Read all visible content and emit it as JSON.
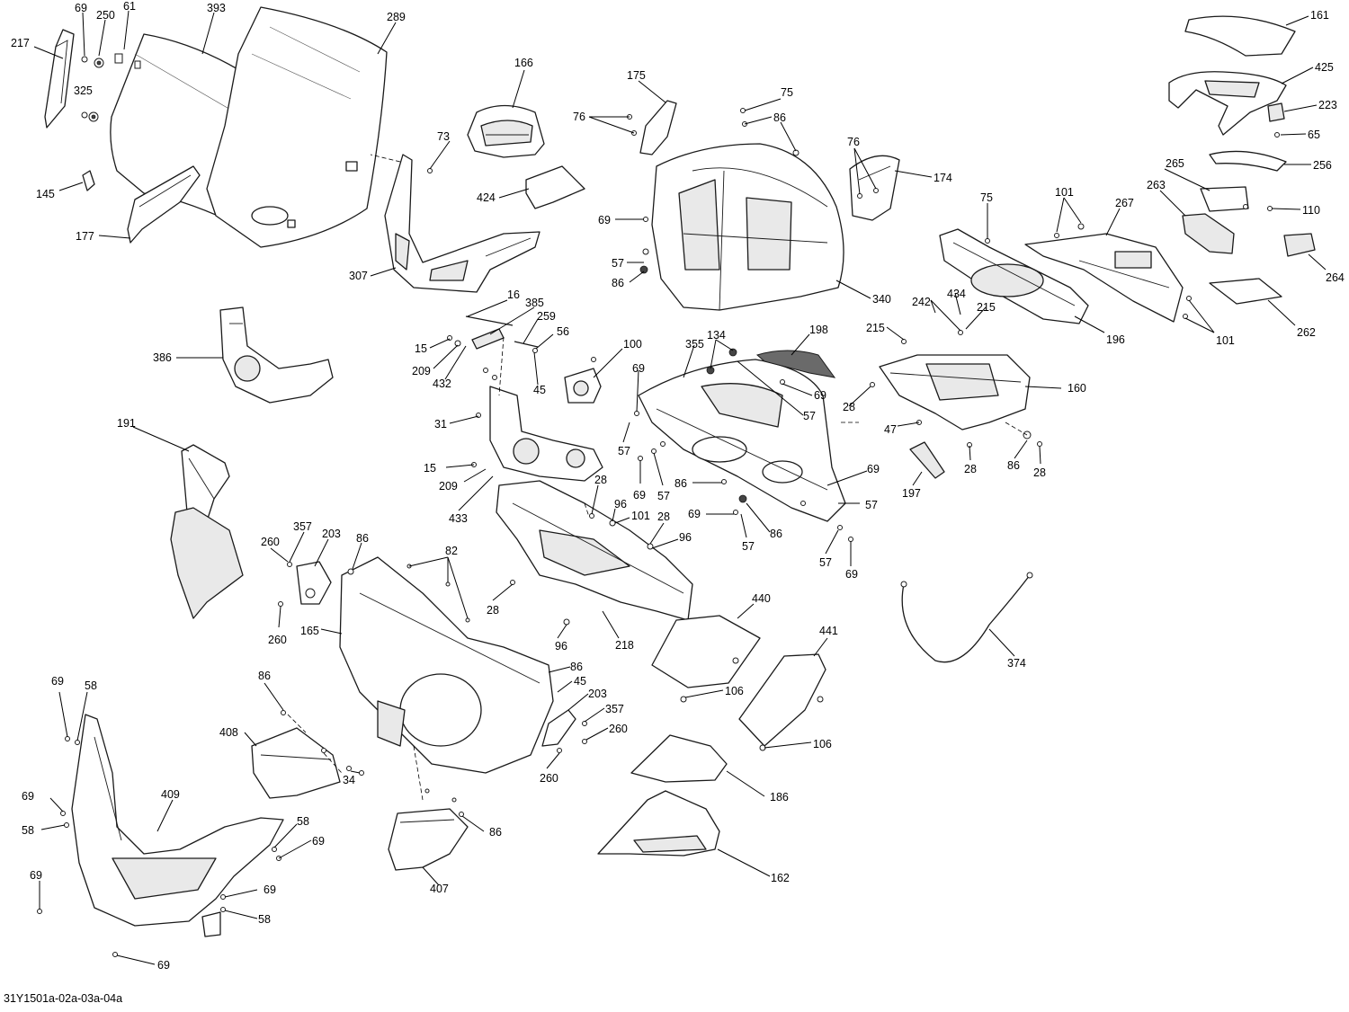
{
  "diagram": {
    "reference_code": "31Y1501a-02a-03a-04a",
    "callouts": [
      {
        "id": "c217",
        "text": "217"
      },
      {
        "id": "c69a",
        "text": "69"
      },
      {
        "id": "c250",
        "text": "250"
      },
      {
        "id": "c61",
        "text": "61"
      },
      {
        "id": "c393",
        "text": "393"
      },
      {
        "id": "c289",
        "text": "289"
      },
      {
        "id": "c325",
        "text": "325"
      },
      {
        "id": "c145",
        "text": "145"
      },
      {
        "id": "c177",
        "text": "177"
      },
      {
        "id": "c166",
        "text": "166"
      },
      {
        "id": "c73",
        "text": "73"
      },
      {
        "id": "c424",
        "text": "424"
      },
      {
        "id": "c307",
        "text": "307"
      },
      {
        "id": "c175",
        "text": "175"
      },
      {
        "id": "c76a",
        "text": "76"
      },
      {
        "id": "c75a",
        "text": "75"
      },
      {
        "id": "c86a",
        "text": "86"
      },
      {
        "id": "c76b",
        "text": "76"
      },
      {
        "id": "c174",
        "text": "174"
      },
      {
        "id": "c69b",
        "text": "69"
      },
      {
        "id": "c57a",
        "text": "57"
      },
      {
        "id": "c86b",
        "text": "86"
      },
      {
        "id": "c340",
        "text": "340"
      },
      {
        "id": "c161",
        "text": "161"
      },
      {
        "id": "c425",
        "text": "425"
      },
      {
        "id": "c223",
        "text": "223"
      },
      {
        "id": "c65",
        "text": "65"
      },
      {
        "id": "c256",
        "text": "256"
      },
      {
        "id": "c265",
        "text": "265"
      },
      {
        "id": "c263",
        "text": "263"
      },
      {
        "id": "c110",
        "text": "110"
      },
      {
        "id": "c264",
        "text": "264"
      },
      {
        "id": "c262",
        "text": "262"
      },
      {
        "id": "c101a",
        "text": "101"
      },
      {
        "id": "c267",
        "text": "267"
      },
      {
        "id": "c75b",
        "text": "75"
      },
      {
        "id": "c196",
        "text": "196"
      },
      {
        "id": "c101b",
        "text": "101"
      },
      {
        "id": "c386",
        "text": "386"
      },
      {
        "id": "c16",
        "text": "16"
      },
      {
        "id": "c385",
        "text": "385"
      },
      {
        "id": "c259",
        "text": "259"
      },
      {
        "id": "c56",
        "text": "56"
      },
      {
        "id": "c15a",
        "text": "15"
      },
      {
        "id": "c209a",
        "text": "209"
      },
      {
        "id": "c432",
        "text": "432"
      },
      {
        "id": "c45a",
        "text": "45"
      },
      {
        "id": "c100",
        "text": "100"
      },
      {
        "id": "c69c",
        "text": "69"
      },
      {
        "id": "c355",
        "text": "355"
      },
      {
        "id": "c134",
        "text": "134"
      },
      {
        "id": "c198",
        "text": "198"
      },
      {
        "id": "c69d",
        "text": "69"
      },
      {
        "id": "c57b",
        "text": "57"
      },
      {
        "id": "c242",
        "text": "242"
      },
      {
        "id": "c434",
        "text": "434"
      },
      {
        "id": "c215a",
        "text": "215"
      },
      {
        "id": "c215b",
        "text": "215"
      },
      {
        "id": "c160",
        "text": "160"
      },
      {
        "id": "c28a",
        "text": "28"
      },
      {
        "id": "c47",
        "text": "47"
      },
      {
        "id": "c28b",
        "text": "28"
      },
      {
        "id": "c86c",
        "text": "86"
      },
      {
        "id": "c28c",
        "text": "28"
      },
      {
        "id": "c197",
        "text": "197"
      },
      {
        "id": "c191",
        "text": "191"
      },
      {
        "id": "c31",
        "text": "31"
      },
      {
        "id": "c15b",
        "text": "15"
      },
      {
        "id": "c209b",
        "text": "209"
      },
      {
        "id": "c433",
        "text": "433"
      },
      {
        "id": "c57c",
        "text": "57"
      },
      {
        "id": "c69e",
        "text": "69"
      },
      {
        "id": "c57d",
        "text": "57"
      },
      {
        "id": "c86d",
        "text": "86"
      },
      {
        "id": "c69f",
        "text": "69"
      },
      {
        "id": "c57e",
        "text": "57"
      },
      {
        "id": "c28d",
        "text": "28"
      },
      {
        "id": "c96a",
        "text": "96"
      },
      {
        "id": "c101c",
        "text": "101"
      },
      {
        "id": "c28e",
        "text": "28"
      },
      {
        "id": "c96b",
        "text": "96"
      },
      {
        "id": "c69g",
        "text": "69"
      },
      {
        "id": "c57f",
        "text": "57"
      },
      {
        "id": "c86e",
        "text": "86"
      },
      {
        "id": "c57g",
        "text": "57"
      },
      {
        "id": "c69h",
        "text": "69"
      },
      {
        "id": "c357a",
        "text": "357"
      },
      {
        "id": "c203a",
        "text": "203"
      },
      {
        "id": "c86f",
        "text": "86"
      },
      {
        "id": "c260a",
        "text": "260"
      },
      {
        "id": "c82",
        "text": "82"
      },
      {
        "id": "c260b",
        "text": "260"
      },
      {
        "id": "c165",
        "text": "165"
      },
      {
        "id": "c28f",
        "text": "28"
      },
      {
        "id": "c96c",
        "text": "96"
      },
      {
        "id": "c218",
        "text": "218"
      },
      {
        "id": "c440",
        "text": "440"
      },
      {
        "id": "c441",
        "text": "441"
      },
      {
        "id": "c374",
        "text": "374"
      },
      {
        "id": "c86g",
        "text": "86"
      },
      {
        "id": "c45b",
        "text": "45"
      },
      {
        "id": "c203b",
        "text": "203"
      },
      {
        "id": "c357b",
        "text": "357"
      },
      {
        "id": "c260c",
        "text": "260"
      },
      {
        "id": "c260d",
        "text": "260"
      },
      {
        "id": "c106a",
        "text": "106"
      },
      {
        "id": "c106b",
        "text": "106"
      },
      {
        "id": "c69i",
        "text": "69"
      },
      {
        "id": "c58a",
        "text": "58"
      },
      {
        "id": "c86h",
        "text": "86"
      },
      {
        "id": "c408",
        "text": "408"
      },
      {
        "id": "c34",
        "text": "34"
      },
      {
        "id": "c186",
        "text": "186"
      },
      {
        "id": "c69j",
        "text": "69"
      },
      {
        "id": "c409",
        "text": "409"
      },
      {
        "id": "c58b",
        "text": "58"
      },
      {
        "id": "c58c",
        "text": "58"
      },
      {
        "id": "c69k",
        "text": "69"
      },
      {
        "id": "c86i",
        "text": "86"
      },
      {
        "id": "c69l",
        "text": "69"
      },
      {
        "id": "c407",
        "text": "407"
      },
      {
        "id": "c162",
        "text": "162"
      },
      {
        "id": "c69m",
        "text": "69"
      },
      {
        "id": "c58d",
        "text": "58"
      },
      {
        "id": "c69n",
        "text": "69"
      }
    ]
  }
}
